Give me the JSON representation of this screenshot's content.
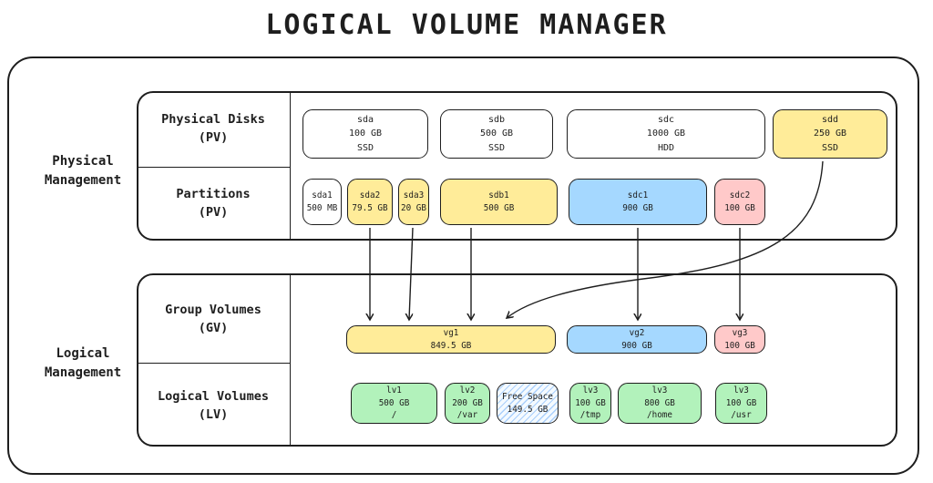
{
  "title": "LOGICAL VOLUME MANAGER",
  "sections": {
    "physical": {
      "label": "Physical\nManagement",
      "row1": "Physical Disks\n(PV)",
      "row2": "Partitions\n(PV)"
    },
    "logical": {
      "label": "Logical\nManagement",
      "row1": "Group Volumes\n(GV)",
      "row2": "Logical Volumes\n(LV)"
    }
  },
  "disks": [
    {
      "name": "sda",
      "size": "100 GB",
      "kind": "SSD"
    },
    {
      "name": "sdb",
      "size": "500 GB",
      "kind": "SSD"
    },
    {
      "name": "sdc",
      "size": "1000 GB",
      "kind": "HDD"
    },
    {
      "name": "sdd",
      "size": "250 GB",
      "kind": "SSD"
    }
  ],
  "partitions": [
    {
      "name": "sda1",
      "size": "500 MB"
    },
    {
      "name": "sda2",
      "size": "79.5 GB"
    },
    {
      "name": "sda3",
      "size": "20 GB"
    },
    {
      "name": "sdb1",
      "size": "500 GB"
    },
    {
      "name": "sdc1",
      "size": "900 GB"
    },
    {
      "name": "sdc2",
      "size": "100 GB"
    }
  ],
  "volume_groups": [
    {
      "name": "vg1",
      "size": "849.5 GB"
    },
    {
      "name": "vg2",
      "size": "900 GB"
    },
    {
      "name": "vg3",
      "size": "100 GB"
    }
  ],
  "logical_volumes": [
    {
      "name": "lv1",
      "size": "500 GB",
      "mount": "/"
    },
    {
      "name": "lv2",
      "size": "200 GB",
      "mount": "/var"
    },
    {
      "name": "Free Space",
      "size": "149.5 GB",
      "mount": ""
    },
    {
      "name": "lv3",
      "size": "100 GB",
      "mount": "/tmp"
    },
    {
      "name": "lv3",
      "size": "800 GB",
      "mount": "/home"
    },
    {
      "name": "lv3",
      "size": "100 GB",
      "mount": "/usr"
    }
  ],
  "colors": {
    "yellow": "#ffec99",
    "blue": "#a5d8ff",
    "pink": "#ffc9c9",
    "green": "#b2f2bb",
    "ink": "#1e1e1e"
  }
}
